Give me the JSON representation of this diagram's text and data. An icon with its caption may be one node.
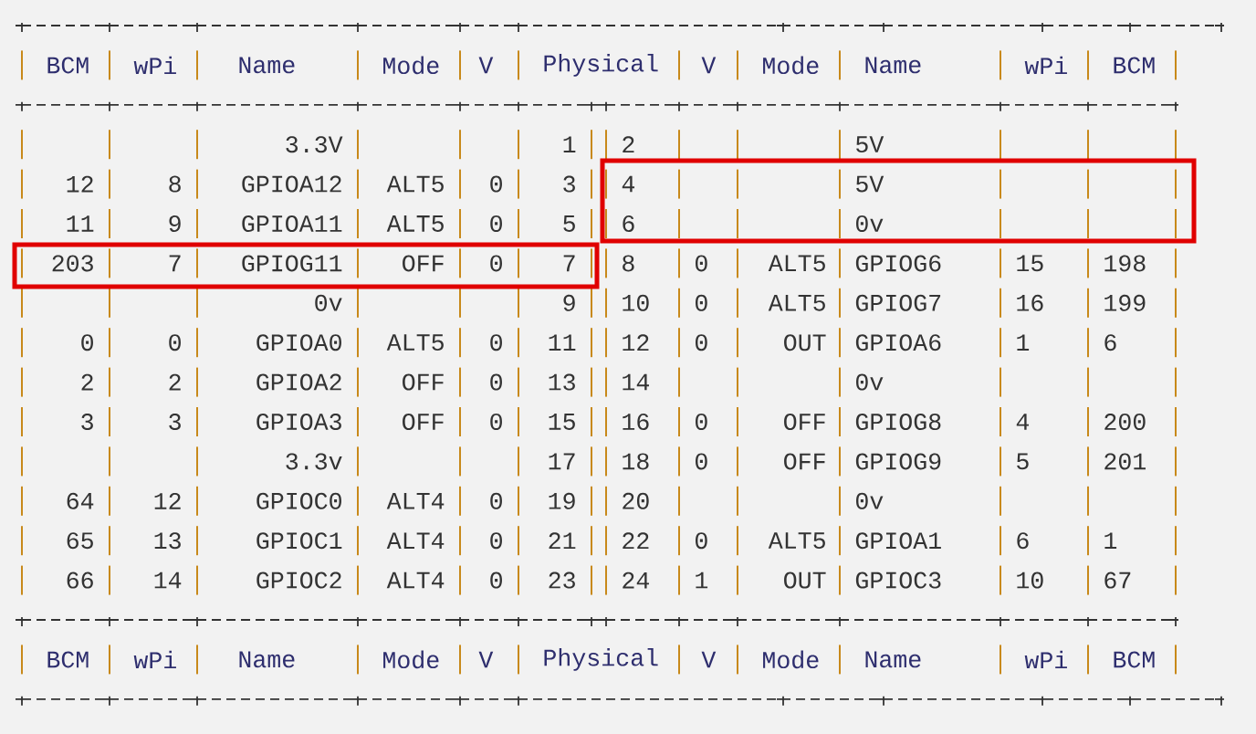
{
  "diagram": {
    "labels": [
      "BCM",
      "wPi",
      "Name",
      "Mode",
      "V",
      "Physical",
      "V",
      "Mode",
      "Name",
      "wPi",
      "BCM",
      "3.3V",
      "1",
      "2",
      "5V",
      "12",
      "8",
      "GPIOA12",
      "ALT5",
      "0",
      "3",
      "4",
      "5V",
      "11",
      "9",
      "GPIOA11",
      "ALT5",
      "0",
      "5",
      "6",
      "0v",
      "203",
      "7",
      "GPIOG11",
      "OFF",
      "0",
      "7",
      "8",
      "0",
      "ALT5",
      "GPIOG6",
      "15",
      "198",
      "0v",
      "9",
      "10",
      "0",
      "ALT5",
      "GPIOG7",
      "16",
      "199",
      "0",
      "0",
      "GPIOA0",
      "ALT5",
      "0",
      "11",
      "12",
      "0",
      "OUT",
      "GPIOA6",
      "1",
      "6",
      "2",
      "2",
      "GPIOA2",
      "OFF",
      "0",
      "13",
      "14",
      "0v",
      "3",
      "3",
      "GPIOA3",
      "OFF",
      "0",
      "15",
      "16",
      "0",
      "OFF",
      "GPIOG8",
      "4",
      "200",
      "3.3v",
      "17",
      "18",
      "0",
      "OFF",
      "GPIOG9",
      "5",
      "201",
      "64",
      "12",
      "GPIOC0",
      "ALT4",
      "0",
      "19",
      "20",
      "0v",
      "65",
      "13",
      "GPIOC1",
      "ALT4",
      "0",
      "21",
      "22",
      "0",
      "ALT5",
      "GPIOA1",
      "6",
      "1",
      "66",
      "14",
      "GPIOC2",
      "ALT4",
      "0",
      "23",
      "24",
      "1",
      "OUT",
      "GPIOC3",
      "10",
      "67",
      "BCM",
      "wPi",
      "Name",
      "Mode",
      "V",
      "Physical",
      "V",
      "Mode",
      "Name",
      "wPi",
      "BCM"
    ]
  }
}
